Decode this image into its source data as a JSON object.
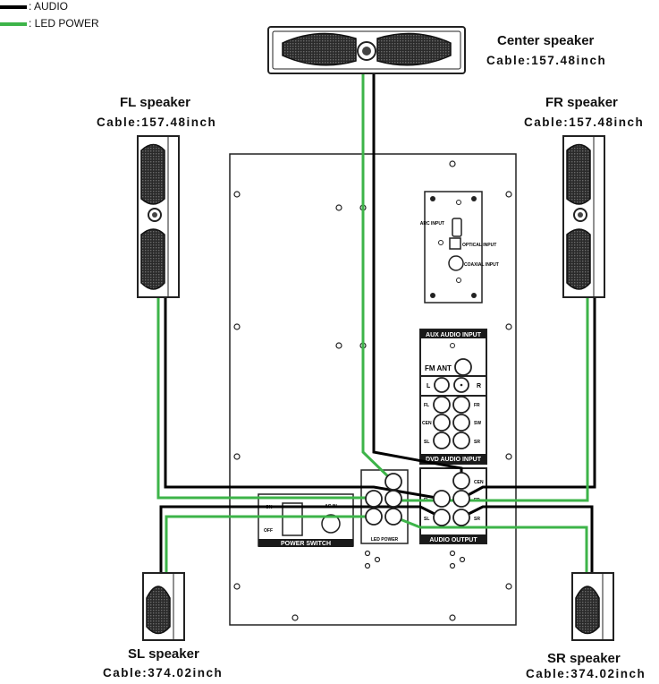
{
  "legend": [
    {
      "label": ": AUDIO",
      "color": "#000000"
    },
    {
      "label": ": LED POWER",
      "color": "#3db449"
    }
  ],
  "speakers": {
    "center": {
      "name": "Center speaker",
      "cable": "Cable:157.48inch"
    },
    "fl": {
      "name": "FL speaker",
      "cable": "Cable:157.48inch"
    },
    "fr": {
      "name": "FR speaker",
      "cable": "Cable:157.48inch"
    },
    "sl": {
      "name": "SL speaker",
      "cable": "Cable:374.02inch"
    },
    "sr": {
      "name": "SR speaker",
      "cable": "Cable:374.02inch"
    }
  },
  "panel": {
    "digital": {
      "arc": "ARC INPUT",
      "optical": "OPTICAL INPUT",
      "coaxial": "COAXIAL INPUT"
    },
    "aux": {
      "header": "AUX AUDIO INPUT",
      "fm": "FM ANT",
      "l": "L",
      "r": "R"
    },
    "dvd": {
      "header": "DVD AUDIO INPUT",
      "fl": "FL",
      "fr": "FR",
      "cen": "CEN",
      "sw": "SW",
      "sl": "SL",
      "sr": "SR"
    },
    "output": {
      "header": "AUDIO OUTPUT",
      "cen": "CEN",
      "fl": "FL",
      "fr": "FR",
      "sl": "SL",
      "sr": "SR"
    },
    "led": {
      "header": "LED POWER"
    },
    "power": {
      "header": "POWER SWITCH",
      "on": "ON",
      "off": "OFF",
      "ac": "AC IN"
    }
  }
}
